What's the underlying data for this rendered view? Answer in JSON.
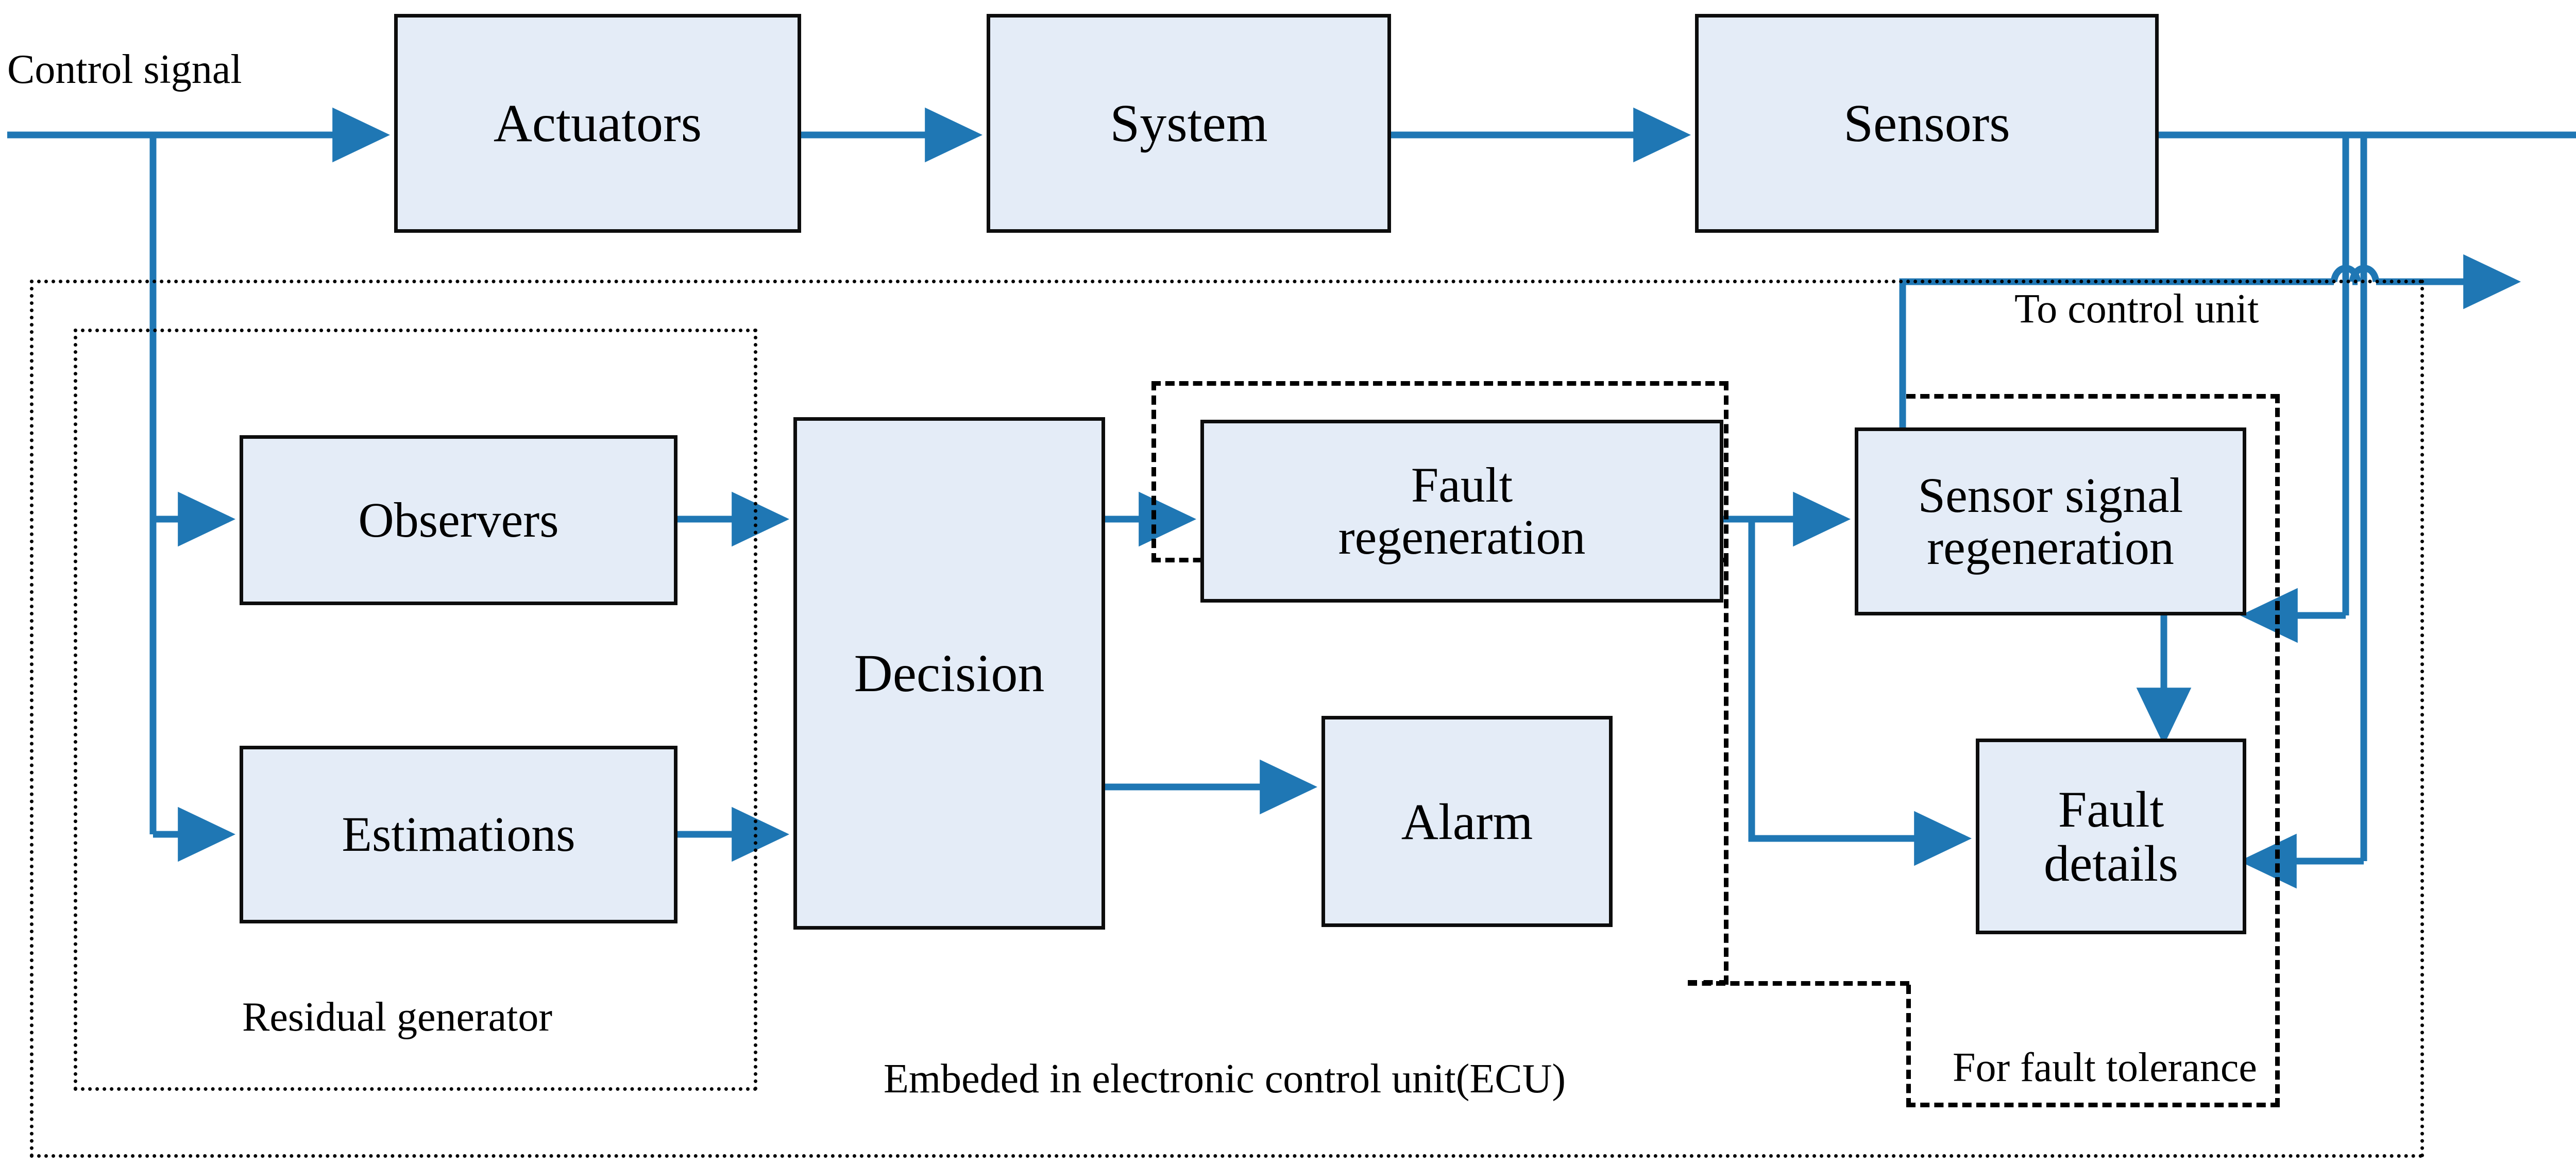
{
  "diagram": {
    "title": "Model-based fault detection, diagnosis and fault-tolerant control architecture",
    "type": "block-diagram",
    "colors": {
      "block_fill": "#e4ecf7",
      "block_stroke": "#0d0d0d",
      "arrow": "#1f77b4",
      "group_border": "#000000",
      "background": "#ffffff"
    }
  },
  "blocks": {
    "actuators": {
      "label": "Actuators"
    },
    "system": {
      "label": "System"
    },
    "sensors": {
      "label": "Sensors"
    },
    "observers": {
      "label": "Observers"
    },
    "estimations": {
      "label": "Estimations"
    },
    "decision": {
      "label": "Decision"
    },
    "fault_regeneration": {
      "line1": "Fault",
      "line2": "regeneration"
    },
    "sensor_signal_regeneration": {
      "line1": "Sensor signal",
      "line2": "regeneration"
    },
    "alarm": {
      "label": "Alarm"
    },
    "fault_details": {
      "line1": "Fault",
      "line2": "details"
    }
  },
  "labels": {
    "control_signal": "Control signal",
    "to_control_unit": "To control unit",
    "residual_generator": "Residual generator",
    "ecu": "Embeded in electronic control unit(ECU)",
    "fault_tolerance": "For fault tolerance"
  },
  "groups": {
    "ecu_boundary": {
      "name": "Embeded in electronic control unit(ECU)",
      "style": "dotted"
    },
    "residual_generator_boundary": {
      "name": "Residual generator",
      "style": "dotted"
    },
    "fault_regeneration_boundary": {
      "name": "Fault regeneration group",
      "style": "dashed"
    },
    "fault_tolerance_boundary": {
      "name": "For fault tolerance",
      "style": "dashed"
    }
  },
  "connections": [
    {
      "from": "control-signal-input",
      "to": "actuators",
      "label": "Control signal"
    },
    {
      "from": "actuators",
      "to": "system",
      "label": ""
    },
    {
      "from": "system",
      "to": "sensors",
      "label": ""
    },
    {
      "from": "sensors",
      "to": "output-right",
      "label": ""
    },
    {
      "from": "control-signal-branch",
      "to": "observers",
      "label": ""
    },
    {
      "from": "control-signal-branch",
      "to": "estimations",
      "label": ""
    },
    {
      "from": "observers",
      "to": "decision",
      "label": ""
    },
    {
      "from": "estimations",
      "to": "decision",
      "label": ""
    },
    {
      "from": "decision",
      "to": "fault_regeneration",
      "label": ""
    },
    {
      "from": "decision",
      "to": "alarm",
      "label": ""
    },
    {
      "from": "fault_regeneration",
      "to": "sensor_signal_regeneration",
      "label": ""
    },
    {
      "from": "fault_regeneration",
      "to": "fault_details",
      "label": ""
    },
    {
      "from": "sensor_signal_regeneration",
      "to": "fault_details",
      "label": ""
    },
    {
      "from": "sensors-feedback",
      "to": "sensor_signal_regeneration",
      "label": ""
    },
    {
      "from": "sensors-feedback",
      "to": "fault_details",
      "label": ""
    },
    {
      "from": "sensor_signal_regeneration",
      "to": "to-control-unit",
      "label": "To control unit"
    }
  ]
}
